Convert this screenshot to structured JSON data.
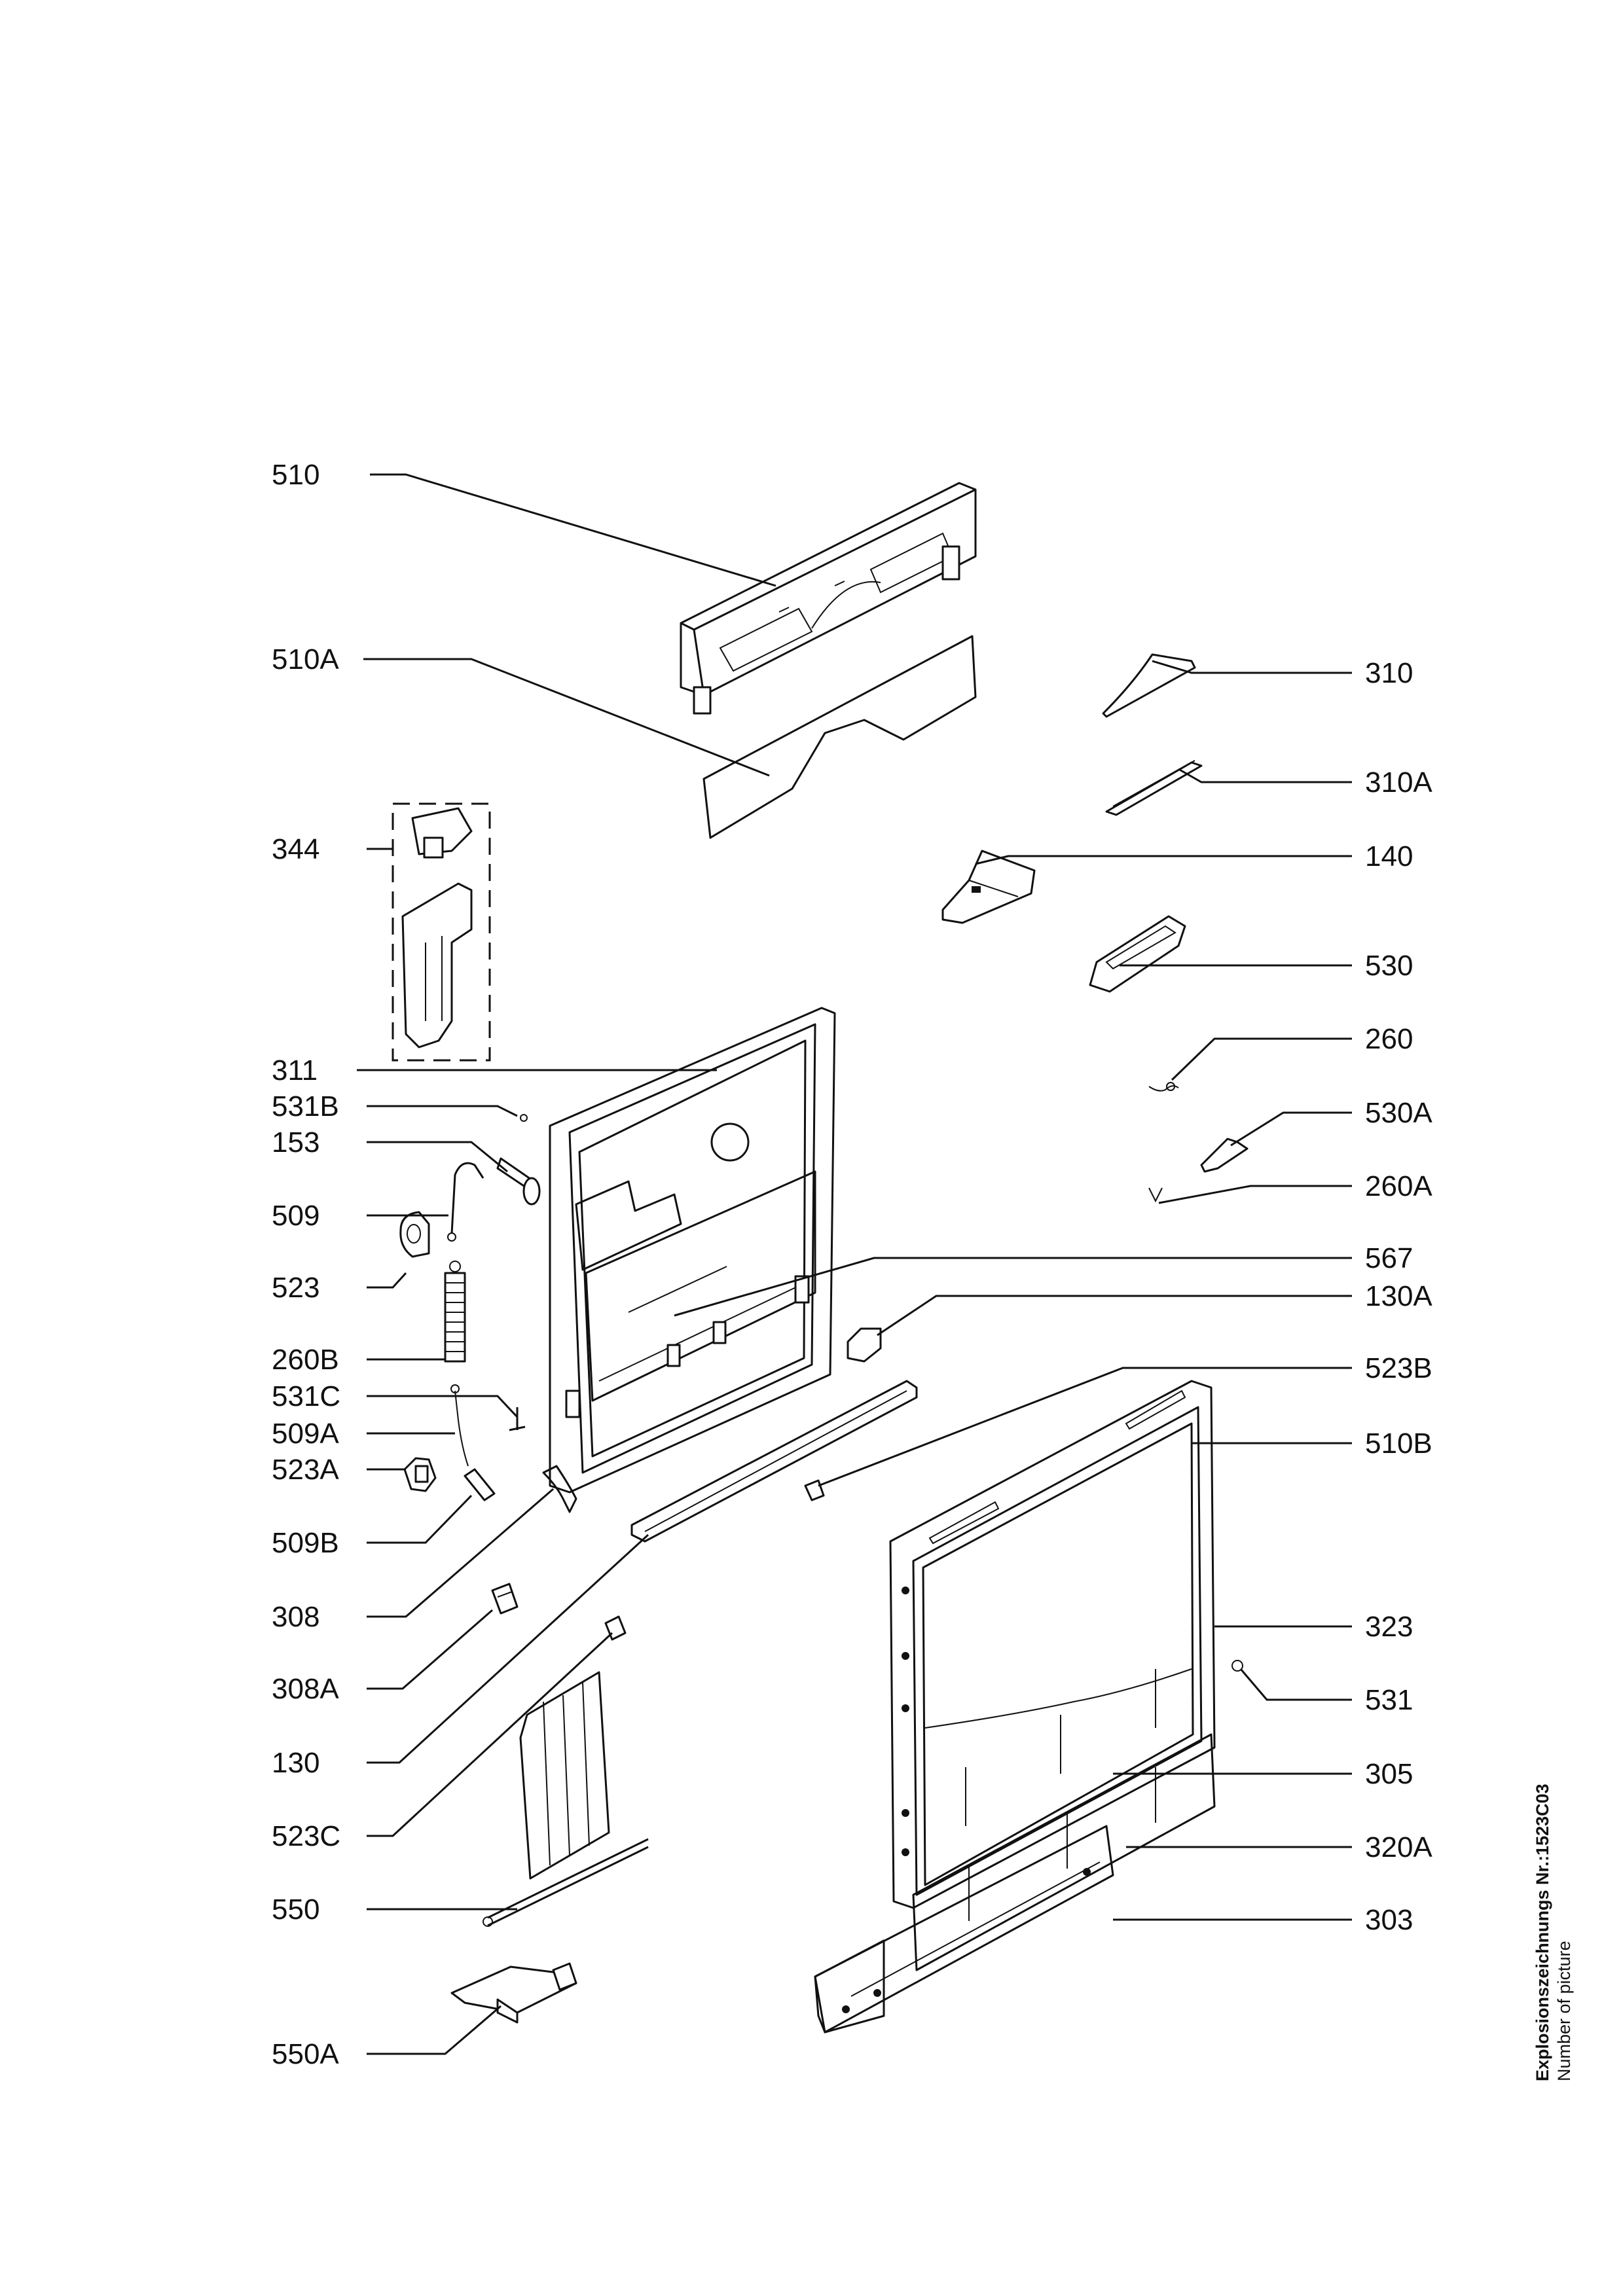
{
  "labels": {
    "p510": "510",
    "p510A": "510A",
    "p344": "344",
    "p311": "311",
    "p531B": "531B",
    "p153": "153",
    "p509": "509",
    "p523": "523",
    "p260B": "260B",
    "p531C": "531C",
    "p509A": "509A",
    "p523A": "523A",
    "p509B": "509B",
    "p308": "308",
    "p308A": "308A",
    "p130": "130",
    "p523C": "523C",
    "p550": "550",
    "p550A": "550A",
    "p310": "310",
    "p310A": "310A",
    "p140": "140",
    "p530": "530",
    "p260": "260",
    "p530A": "530A",
    "p260A": "260A",
    "p567": "567",
    "p130A": "130A",
    "p523B": "523B",
    "p510B": "510B",
    "p323": "323",
    "p531": "531",
    "p305": "305",
    "p320A": "320A",
    "p303": "303"
  },
  "caption": {
    "title": "Explosionszeichnungs Nr.:1523C03",
    "subtitle": "Number of picture"
  }
}
